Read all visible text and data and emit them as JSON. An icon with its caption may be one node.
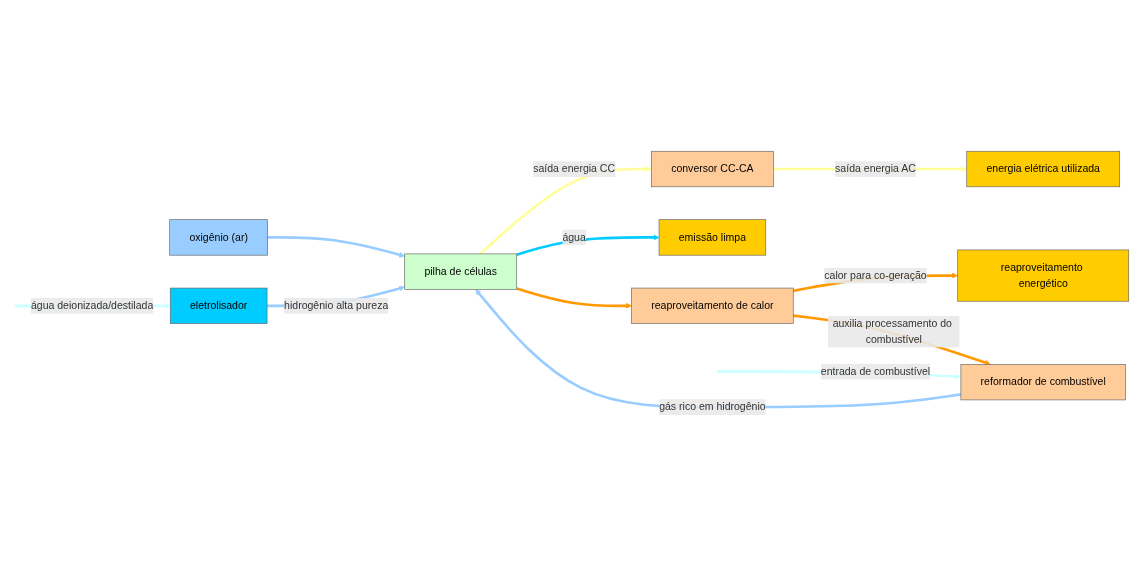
{
  "diagram": {
    "nodes": [
      {
        "text": [
          "oxigênio (ar)"
        ]
      },
      {
        "text": [
          "eletrolisador"
        ]
      },
      {
        "text": [
          "reformador de combustível"
        ]
      },
      {
        "text": [
          "pilha de células"
        ]
      },
      {
        "text": [
          "conversor CC-CA"
        ]
      },
      {
        "text": [
          "energia elétrica utilizada"
        ]
      },
      {
        "text": [
          "emissão limpa"
        ]
      },
      {
        "text": [
          "reaproveitamento de calor"
        ]
      },
      {
        "text": [
          "reaproveitamento energético"
        ]
      }
    ],
    "edges": [
      {
        "from": null,
        "to": 1,
        "arrow": "to",
        "label": "água deionizada/destilada",
        "color": "#ccffff"
      },
      {
        "from": null,
        "to": 2,
        "arrow": "to",
        "label": "entrada de combustível",
        "color": "#ccffff"
      },
      {
        "from": 0,
        "to": 3,
        "arrow": "to",
        "color": "#99ccff"
      },
      {
        "from": 1,
        "to": 3,
        "arrow": "to",
        "label": "hidrogênio alta pureza",
        "color": "#99ccff"
      },
      {
        "from": 2,
        "to": 3,
        "arrow": "to",
        "label": "gás rico em hidrogênio",
        "color": "#99ccff"
      },
      {
        "from": 3,
        "to": 4,
        "arrow": "to",
        "label": "saída energia CC",
        "color": "#ffff99"
      },
      {
        "from": 4,
        "to": 5,
        "arrow": "to",
        "label": "saída energia AC",
        "color": "#ffff99"
      },
      {
        "from": 3,
        "to": 6,
        "arrow": "to",
        "label": "água",
        "color": "#00ccff"
      },
      {
        "from": 3,
        "to": 7,
        "arrow": "to",
        "color": "#ff9900"
      },
      {
        "from": 7,
        "to": 8,
        "arrow": "to",
        "label": "calor para co-geração",
        "color": "#ff9900"
      },
      {
        "from": 7,
        "to": 2,
        "arrow": "to",
        "label": "auxilia processamento do combustível",
        "color": "#ff9900"
      }
    ]
  }
}
